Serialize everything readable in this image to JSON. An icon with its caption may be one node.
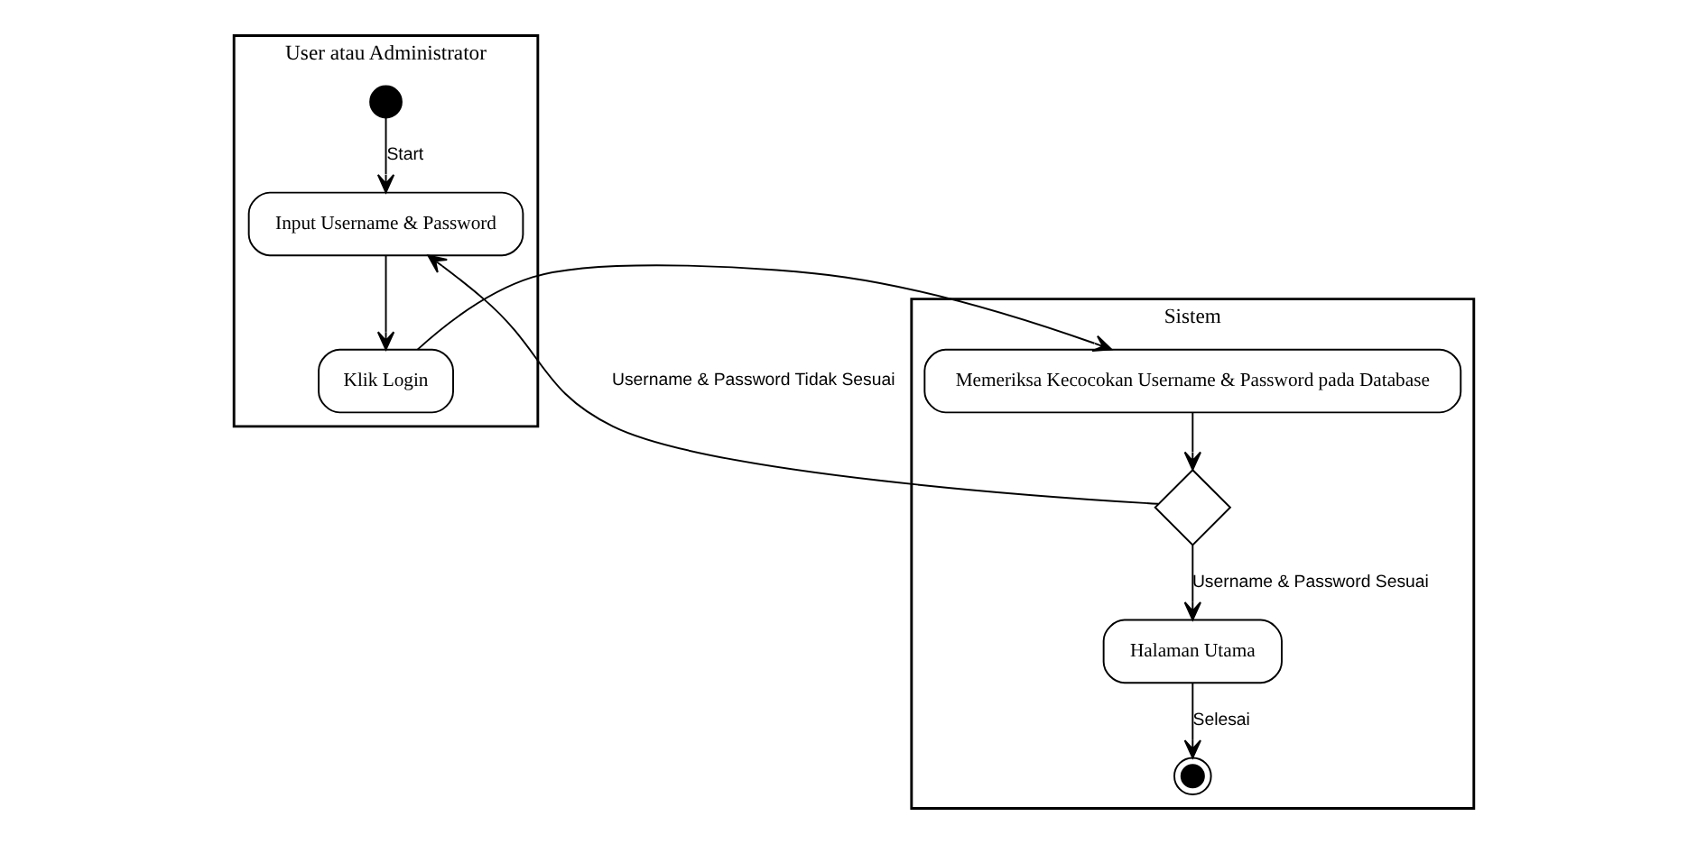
{
  "diagram": {
    "nodes": [
      {
        "text": [
          "User atau Administrator"
        ]
      },
      {
        "text": [
          "Sistem"
        ]
      },
      {
        "text": [],
        "shape": "circle",
        "in": 0
      },
      {
        "text": [
          "Input Username & Password"
        ],
        "in": 0
      },
      {
        "text": [
          "Klik Login"
        ],
        "in": 0
      },
      {
        "text": [
          "Memeriksa Kecocokan Username & Password pada Database"
        ],
        "in": 1
      },
      {
        "text": [],
        "shape": "diamond",
        "in": 1
      },
      {
        "text": [
          "Halaman Utama"
        ],
        "in": 1
      },
      {
        "text": [],
        "shape": "bullseye",
        "in": 1
      }
    ],
    "edges": [
      {
        "from": 2,
        "to": 3,
        "arrow": "to",
        "label": "Start"
      },
      {
        "from": 3,
        "to": 4,
        "arrow": "to"
      },
      {
        "from": 4,
        "to": 5,
        "arrow": "to"
      },
      {
        "from": 5,
        "to": 6,
        "arrow": "to"
      },
      {
        "from": 6,
        "to": 3,
        "arrow": "to",
        "label": "Username & Password Tidak Sesuai"
      },
      {
        "from": 6,
        "to": 7,
        "arrow": "to",
        "label": "Username & Password Sesuai"
      },
      {
        "from": 7,
        "to": 8,
        "arrow": "to",
        "label": "Selesai"
      }
    ]
  }
}
